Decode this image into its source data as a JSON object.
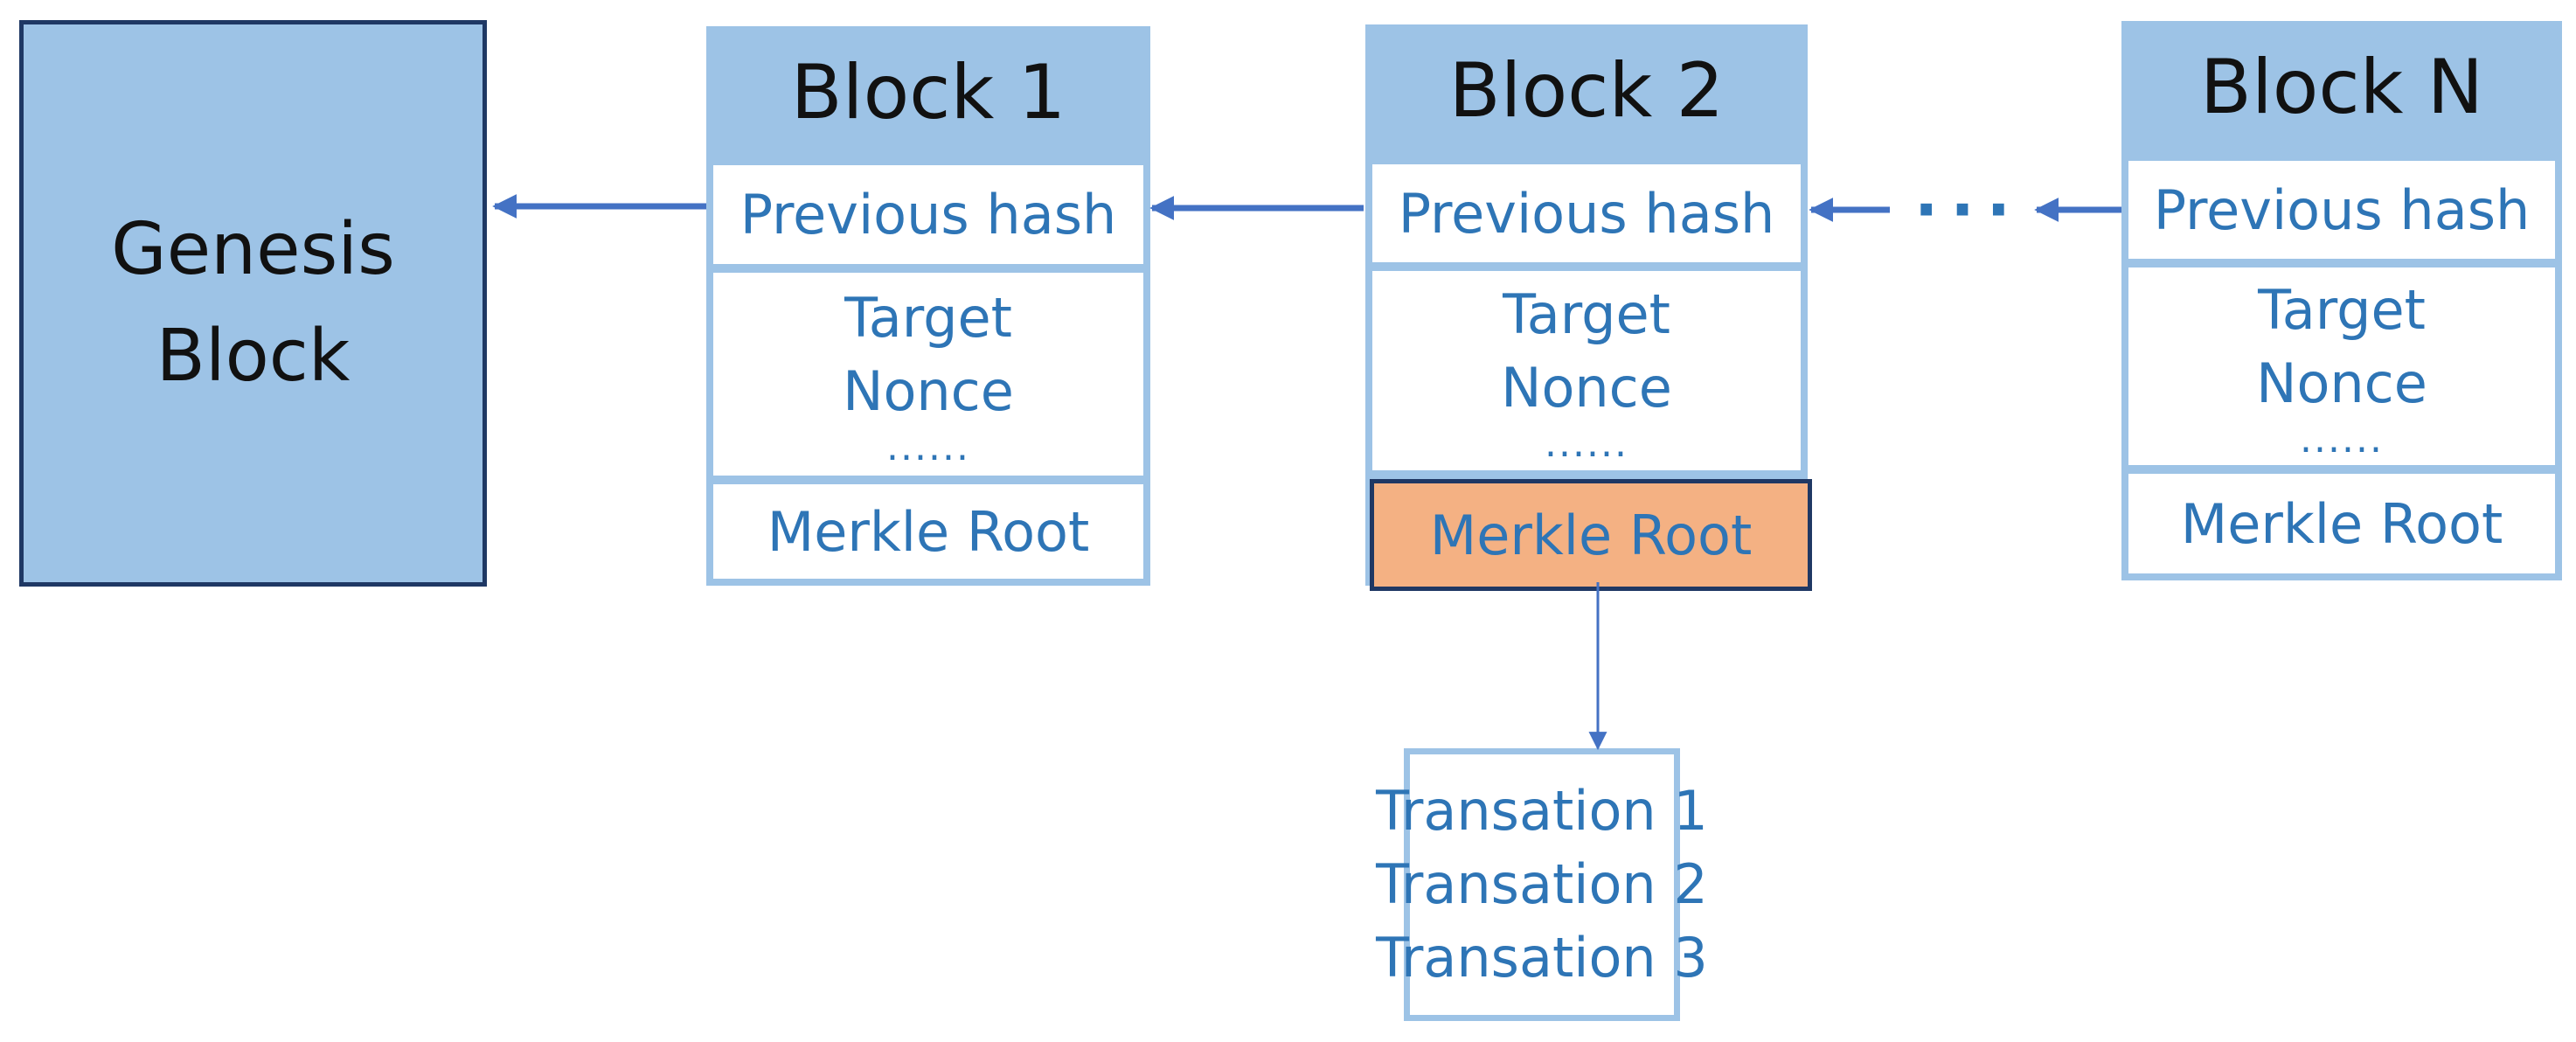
{
  "genesis": {
    "label": "Genesis\nBlock"
  },
  "blocks": [
    {
      "title": "Block 1",
      "previous_hash": "Previous hash",
      "fields": [
        "Target",
        "Nonce"
      ],
      "fields_more": "......",
      "merkle_root": "Merkle Root"
    },
    {
      "title": "Block 2",
      "previous_hash": "Previous hash",
      "fields": [
        "Target",
        "Nonce"
      ],
      "fields_more": "......",
      "merkle_root": "Merkle Root"
    },
    {
      "title": "Block N",
      "previous_hash": "Previous hash",
      "fields": [
        "Target",
        "Nonce"
      ],
      "fields_more": "......",
      "merkle_root": "Merkle Root"
    }
  ],
  "chain_ellipsis": "···",
  "transactions": [
    "Transation 1",
    "Transation 2",
    "Transation 3"
  ],
  "colors": {
    "block_fill": "#9dc3e6",
    "block_border_dark": "#1f3864",
    "text_blue": "#2e75b6",
    "arrow": "#4472c4",
    "merkle_highlight": "#f4b183"
  }
}
